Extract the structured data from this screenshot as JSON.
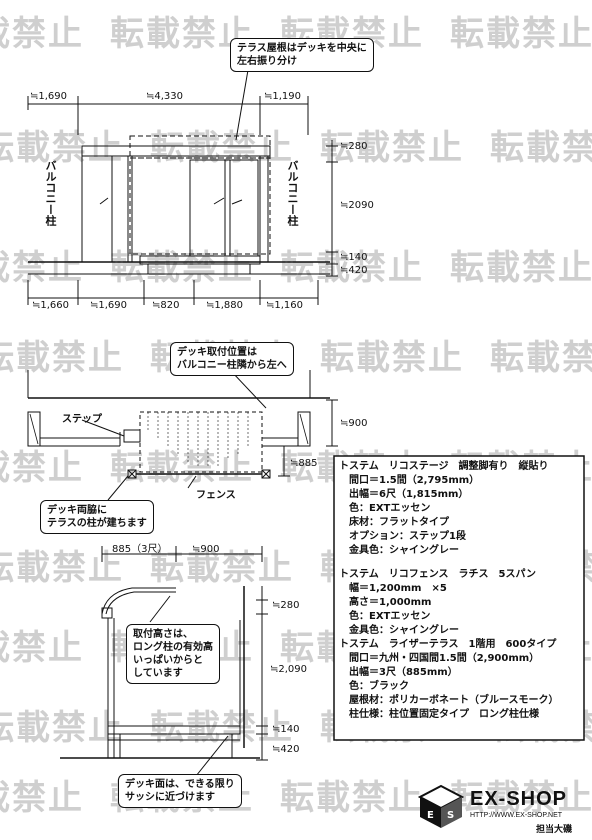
{
  "watermark": "転載禁止",
  "top_view": {
    "note_roof": [
      "テラス屋根はデッキを中央に",
      "左右振り分け"
    ],
    "top_dims": [
      "≒1,690",
      "≒4,330",
      "≒1,190"
    ],
    "left_label": "バルコニー柱",
    "right_label": "バルコニー柱",
    "right_dims": [
      "≒280",
      "≒2090",
      "≒140",
      "≒420"
    ],
    "bottom_dims": [
      "≒1,660",
      "≒1,690",
      "≒820",
      "≒1,880",
      "≒1,160"
    ]
  },
  "plan_view": {
    "note_mount": [
      "デッキ取付位置は",
      "バルコニー柱隣から左へ"
    ],
    "step_label": "ステップ",
    "dim_900": "≒900",
    "dim_885": "≒885",
    "fence_label": "フェンス",
    "note_pillar": [
      "デッキ両脇に",
      "テラスの柱が建ちます"
    ]
  },
  "side_view": {
    "dim_885": "885（3尺）",
    "dim_900": "≒900",
    "right_dims": [
      "≒280",
      "≒2,090",
      "≒140",
      "≒420"
    ],
    "note_height": [
      "取付高さは、",
      "ロング柱の有効高",
      "いっぱいからと",
      "しています"
    ],
    "note_deck": [
      "デッキ面は、できる限り",
      "サッシに近づけます"
    ]
  },
  "spec": [
    {
      "title": "トステム　リコステージ　調整脚有り　縦貼り",
      "lines": [
        "間口＝1.5間（2,795mm）",
        "出幅＝6尺（1,815mm）",
        "色：EXTエッセン",
        "床材：フラットタイプ",
        "オプション：ステップ1段",
        "金具色：シャイングレー"
      ]
    },
    {
      "title": "トステム　リコフェンス　ラチス　5スパン",
      "lines": [
        "幅＝1,200mm　×5",
        "高さ＝1,000mm",
        "色：EXTエッセン",
        "金具色：シャイングレー"
      ]
    },
    {
      "title": "トステム　ライザーテラス　1階用　600タイプ",
      "lines": [
        "間口＝九州・四国間1.5間（2,900mm）",
        "出幅＝3尺（885mm）",
        "色：ブラック",
        "屋根材：ポリカーボネート（ブルースモーク）",
        "柱仕様：柱位置固定タイプ　ロング柱仕様"
      ]
    }
  ],
  "logo": {
    "name": "EX-SHOP",
    "url": "HTTP://WWW.EX-SHOP.NET",
    "person": "担当大磯"
  }
}
